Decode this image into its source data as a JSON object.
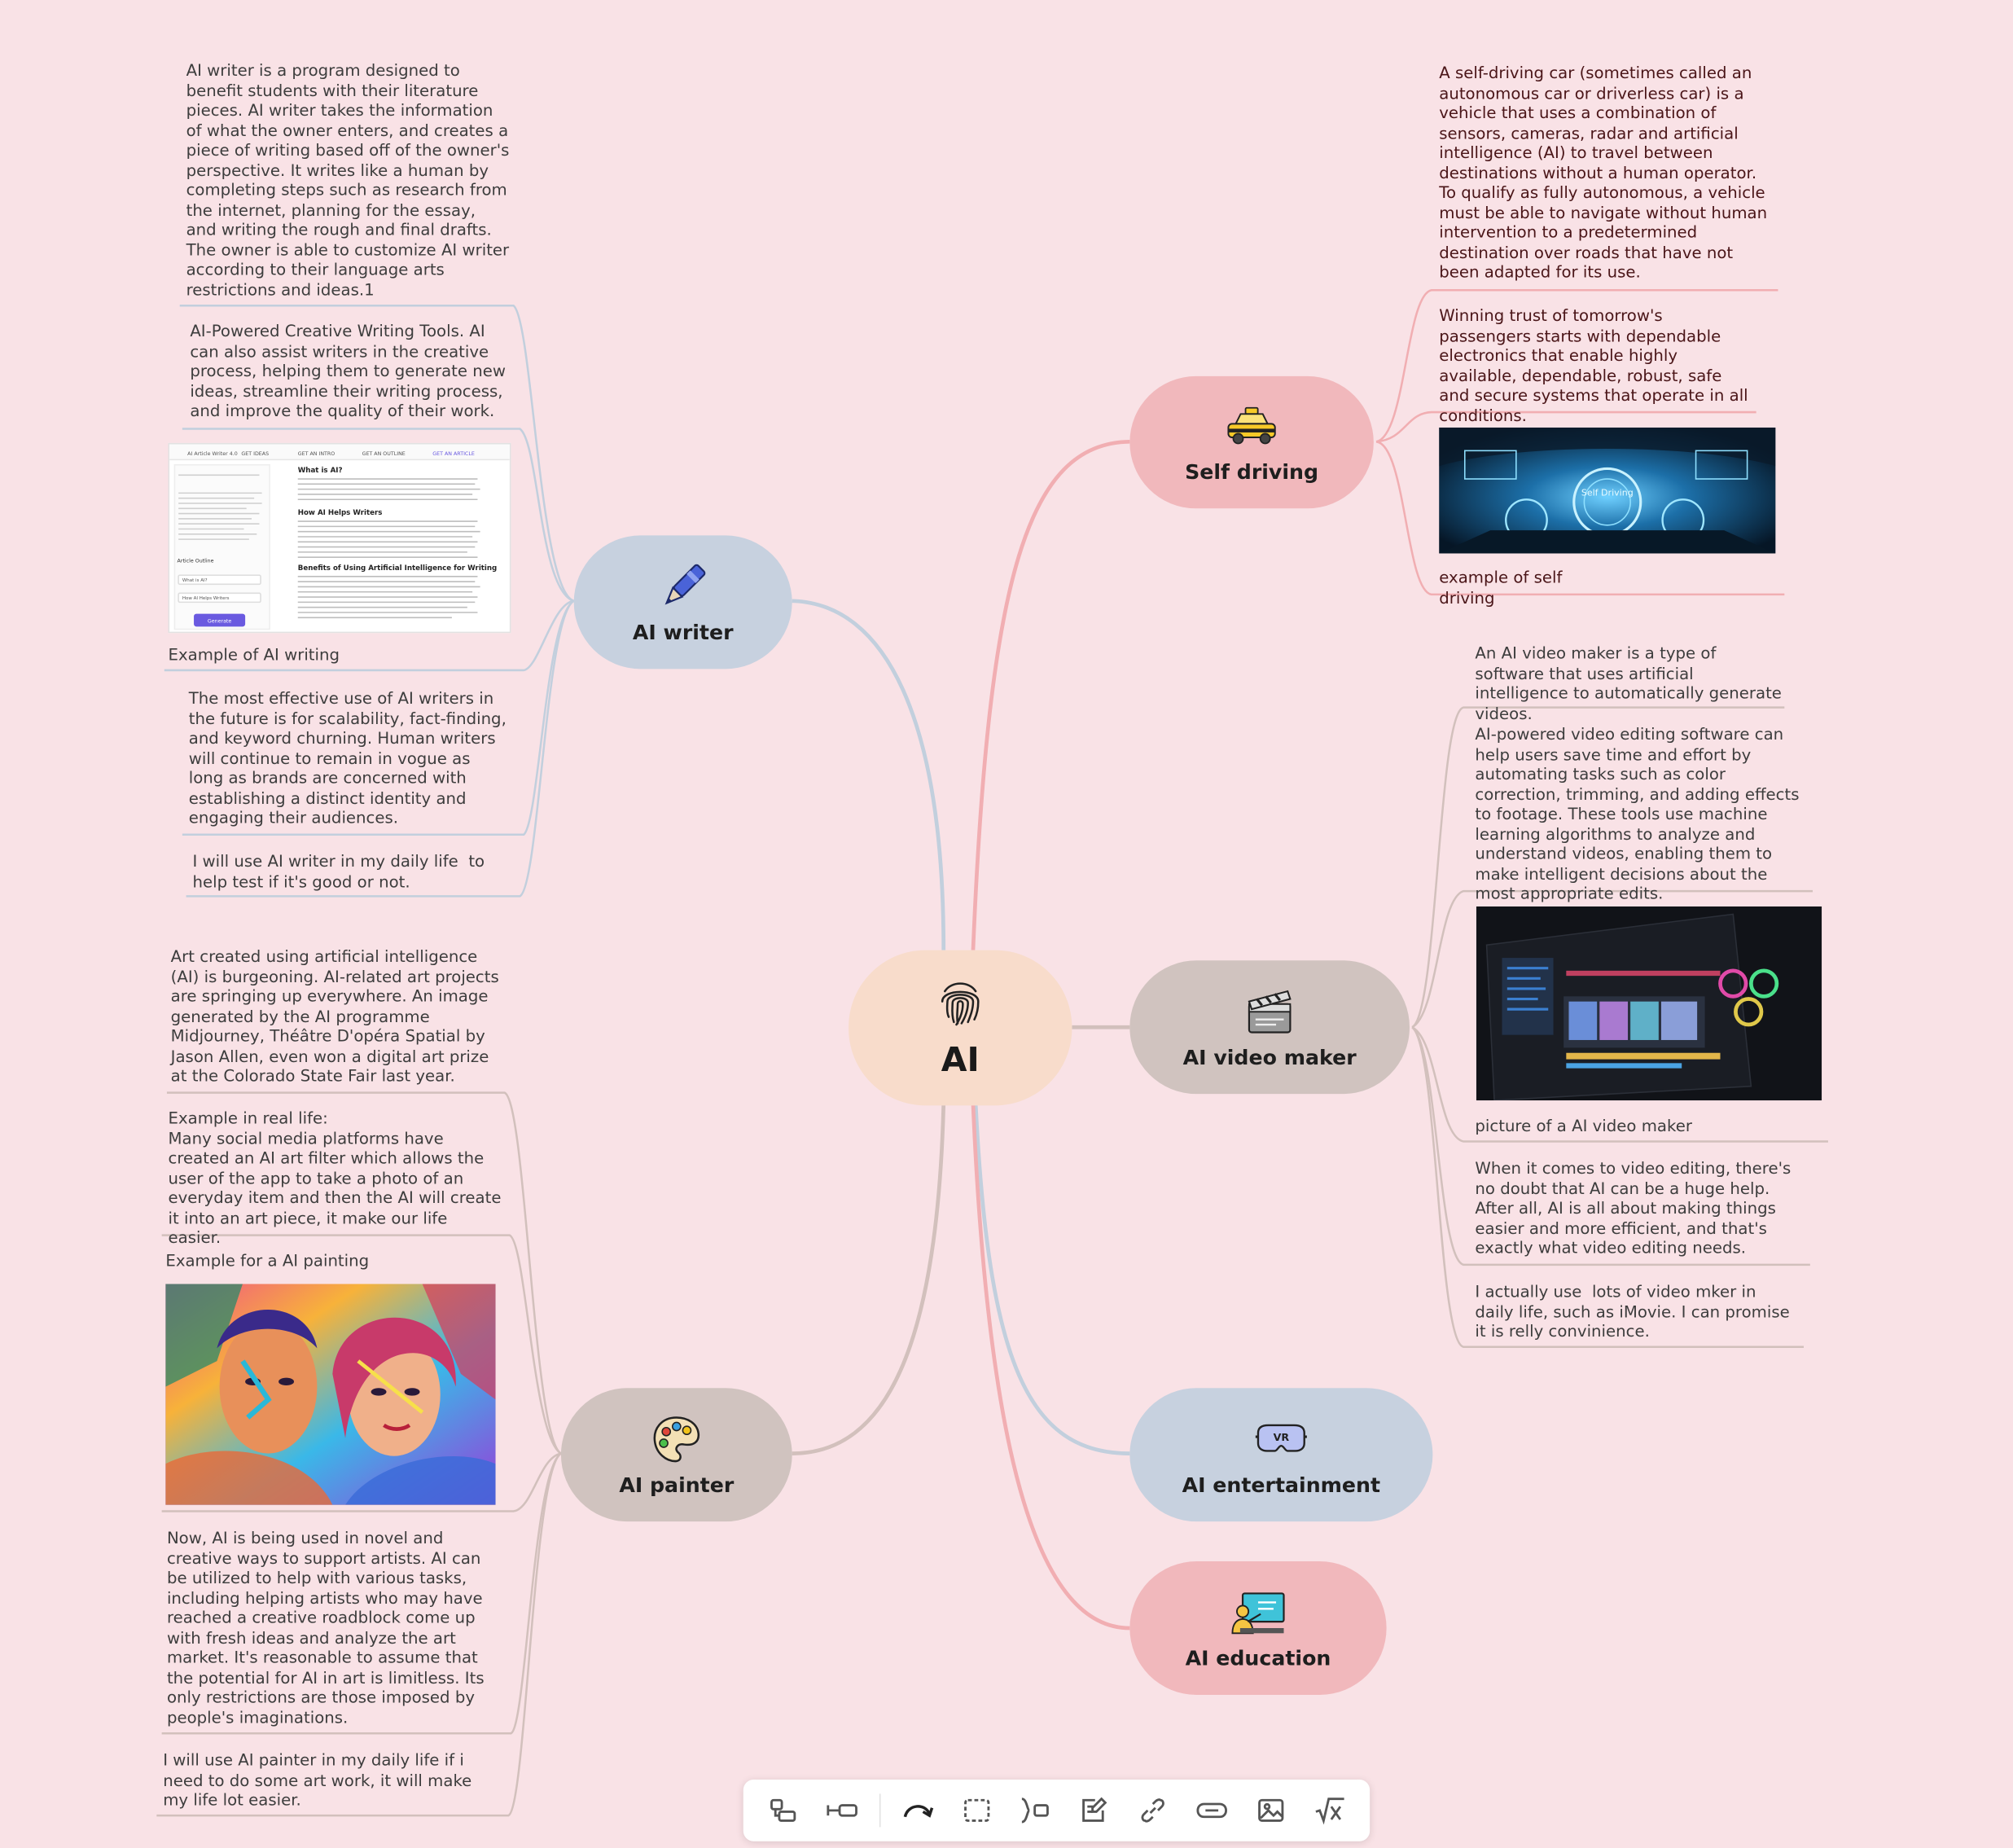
{
  "root": {
    "label": "AI",
    "icon": "fingerprint-icon",
    "color": "#f8dccb"
  },
  "branches": {
    "writer": {
      "label": "AI writer",
      "icon": "pen-icon",
      "color": "#c7d1df"
    },
    "self_driving": {
      "label": "Self driving",
      "icon": "taxi-icon",
      "color": "#f1b8bc"
    },
    "video": {
      "label": "AI video maker",
      "icon": "clapperboard-icon",
      "color": "#d6c6c2"
    },
    "painter": {
      "label": "AI painter",
      "icon": "palette-icon",
      "color": "#d6c6c2"
    },
    "entertainment": {
      "label": "AI entertainment",
      "icon": "vr-headset-icon",
      "color": "#c7d1df"
    },
    "education": {
      "label": "AI education",
      "icon": "teacher-board-icon",
      "color": "#f1b8bc"
    }
  },
  "writer_notes": [
    "AI writer is a program designed to benefit students with their literature pieces. AI writer takes the information of what the owner enters, and creates a piece of writing based off of the owner's perspective. It writes like a human by completing steps such as research from the internet, planning for the essay, and writing the rough and final drafts. The owner is able to customize AI writer according to their language arts restrictions and ideas.1",
    "AI-Powered Creative Writing Tools. AI can also assist writers in the creative process, helping them to generate new ideas, streamline their writing process, and improve the quality of their work.",
    "Example of AI writing",
    "The most effective use of AI writers in the future is for scalability, fact-finding, and keyword churning. Human writers will continue to remain in vogue as long as brands are concerned with establishing a distinct identity and engaging their audiences.",
    "I will use AI writer in my daily life  to help test if it's good or not."
  ],
  "writer_screenshot": {
    "tabs": [
      "AI Article Writer 4.0",
      "GET IDEAS",
      "GET AN INTRO",
      "GET AN OUTLINE",
      "GET AN ARTICLE"
    ],
    "headings": [
      "What is AI?",
      "How AI Helps Writers",
      "Benefits of Using Artificial Intelligence for Writing"
    ],
    "outline_label": "Article Outline",
    "outline_items": [
      "What is AI?",
      "How AI Helps Writers"
    ],
    "generate_label": "Generate"
  },
  "self_driving_notes": [
    "A self-driving car (sometimes called an autonomous car or driverless car) is a vehicle that uses a combination of sensors, cameras, radar and artificial intelligence (AI) to travel between destinations without a human operator. To qualify as fully autonomous, a vehicle must be able to navigate without human intervention to a predetermined destination over roads that have not been adapted for its use.",
    "Winning trust of tomorrow's passengers starts with dependable electronics that enable highly available, dependable, robust, safe and secure systems that operate in all conditions.",
    "example of self\ndriving"
  ],
  "self_driving_picture_text": "Self Driving",
  "video_notes": [
    "An AI video maker is a type of software that uses artificial intelligence to automatically generate videos.",
    "AI-powered video editing software can help users save time and effort by automating tasks such as color correction, trimming, and adding effects to footage. These tools use machine learning algorithms to analyze and understand videos, enabling them to make intelligent decisions about the most appropriate edits.",
    "picture of a AI video maker",
    "When it comes to video editing, there's no doubt that AI can be a huge help. After all, AI is all about making things easier and more efficient, and that's exactly what video editing needs.",
    "I actually use  lots of video mker in daily life, such as iMovie. I can promise it is relly convinience."
  ],
  "painter_notes": [
    "Art created using artificial intelligence (AI) is burgeoning. AI-related art projects are springing up everywhere. An image generated by the AI programme Midjourney, Théâtre D'opéra Spatial by Jason Allen, even won a digital art prize at the Colorado State Fair last year.",
    "Example in real life:\nMany social media platforms have created an AI art filter which allows the user of the app to take a photo of an everyday item and then the AI will create it into an art piece, it make our life easier.",
    "Example for a AI painting",
    "Now, AI is being used in novel and creative ways to support artists. AI can be utilized to help with various tasks, including helping artists who may have reached a creative roadblock come up with fresh ideas and analyze the art market. It's reasonable to assume that the potential for AI in art is limitless. Its only restrictions are those imposed by people's imaginations.",
    "I will use AI painter in my daily life if i need to do some art work, it will make my life lot easier."
  ],
  "edge_colors": {
    "blue": "#c2cfdd",
    "pink": "#f1aeb2",
    "taupe": "#d2c0bc"
  },
  "toolbar": [
    "subtopic-icon",
    "connect-icon",
    "relationship-icon",
    "boundary-icon",
    "summary-icon",
    "note-icon",
    "link-icon",
    "label-icon",
    "image-icon",
    "equation-icon"
  ]
}
